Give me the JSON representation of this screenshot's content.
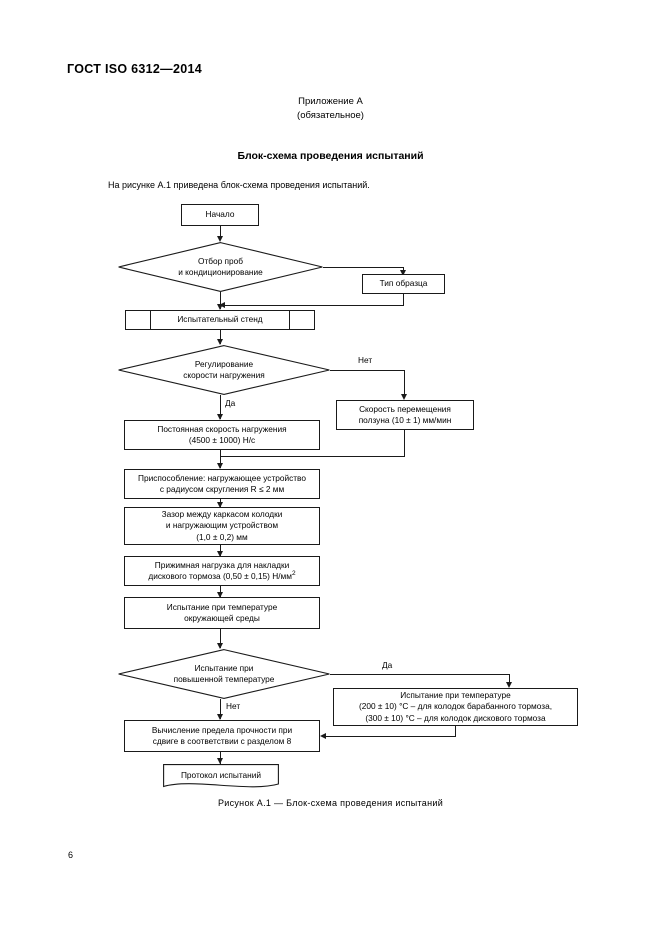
{
  "document": {
    "standard_header": "ГОСТ ISO 6312—2014",
    "annex_title": "Приложение А",
    "annex_subtitle": "(обязательное)",
    "section_title": "Блок-схема проведения испытаний",
    "intro_text": "На рисунке А.1 приведена блок-схема проведения испытаний.",
    "figure_caption": "Рисунок  А.1 — Блок-схема проведения испытаний",
    "page_number": "6"
  },
  "flowchart": {
    "nodes": {
      "start": {
        "label": "Начало",
        "shape": "process"
      },
      "sampling": {
        "line1": "Отбор проб",
        "line2": "и кондиционирование",
        "shape": "decision"
      },
      "sample_type": {
        "label": "Тип образца",
        "shape": "process"
      },
      "test_rig": {
        "label": "Испытательный стенд",
        "shape": "predefined-process"
      },
      "speed_control": {
        "line1": "Регулирование",
        "line2": "скорости нагружения",
        "shape": "decision"
      },
      "slider_speed": {
        "line1": "Скорость перемещения",
        "line2": "ползуна (10 ± 1) мм/мин",
        "shape": "process"
      },
      "constant_rate": {
        "line1": "Постоянная скорость нагружения",
        "line2": "(4500 ± 1000) Н/с",
        "shape": "process"
      },
      "fixture": {
        "line1": "Приспособление: нагружающее устройство",
        "line2": "с радиусом скругления R ≤ 2 мм",
        "shape": "process"
      },
      "clearance": {
        "line1": "Зазор между каркасом колодки",
        "line2": "и нагружающим устройством",
        "line3": "(1,0 ± 0,2) мм",
        "shape": "process"
      },
      "clamp_load": {
        "line1": "Прижимная нагрузка для накладки",
        "line2_pre": "дискового тормоза (0,50 ± 0,15) Н/мм",
        "line2_sup": "2",
        "shape": "process"
      },
      "ambient_test": {
        "line1": "Испытание при температуре",
        "line2": "окружающей среды",
        "shape": "process"
      },
      "elevated_decision": {
        "line1": "Испытание при",
        "line2": "повышенной температуре",
        "shape": "decision"
      },
      "elevated_test": {
        "line1": "Испытание при температуре",
        "line2": "(200 ± 10) °С – для колодок барабанного тормоза,",
        "line3": "(300 ± 10) °С – для колодок дискового тормоза",
        "shape": "process"
      },
      "calculation": {
        "line1": "Вычисление предела прочности при",
        "line2": "сдвиге в соответствии с разделом 8",
        "shape": "process"
      },
      "report": {
        "label": "Протокол испытаний",
        "shape": "document"
      }
    },
    "edge_labels": {
      "speed_no": "Нет",
      "speed_yes": "Да",
      "elevated_yes": "Да",
      "elevated_no": "Нет"
    },
    "colors": {
      "stroke": "#1a1a1a",
      "fill": "#ffffff",
      "text": "#000000"
    }
  }
}
